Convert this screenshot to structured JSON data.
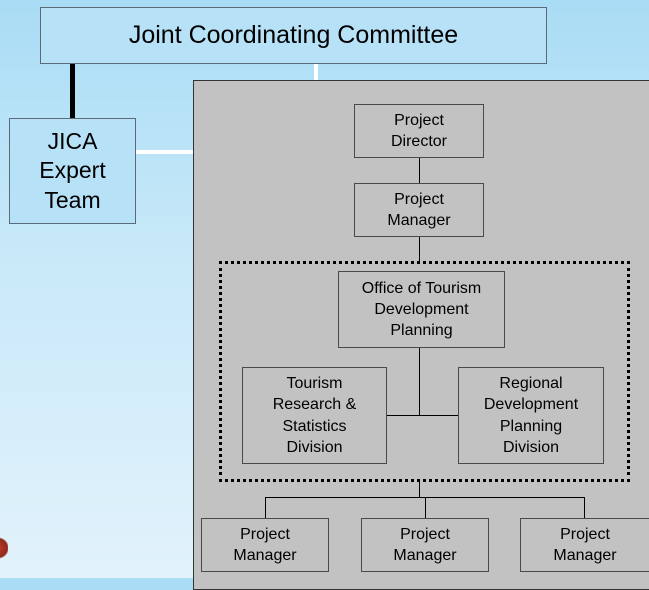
{
  "committee": {
    "label": "Joint Coordinating Committee"
  },
  "jica": {
    "label": "JICA\nExpert\nTeam"
  },
  "project_director": {
    "label": "Project\nDirector"
  },
  "project_manager_main": {
    "label": "Project\nManager"
  },
  "office": {
    "label": "Office of Tourism\nDevelopment\nPlanning"
  },
  "research_division": {
    "label": "Tourism\nResearch &\nStatistics\nDivision"
  },
  "regional_division": {
    "label": "Regional\nDevelopment\nPlanning\nDivision"
  },
  "bottom_managers": [
    {
      "label": "Project\nManager"
    },
    {
      "label": "Project\nManager"
    },
    {
      "label": "Project\nManager"
    }
  ],
  "colors": {
    "background_top": "#a9dcf5",
    "box_blue": "#b7e1f7",
    "panel_gray": "#c2c2c2"
  }
}
